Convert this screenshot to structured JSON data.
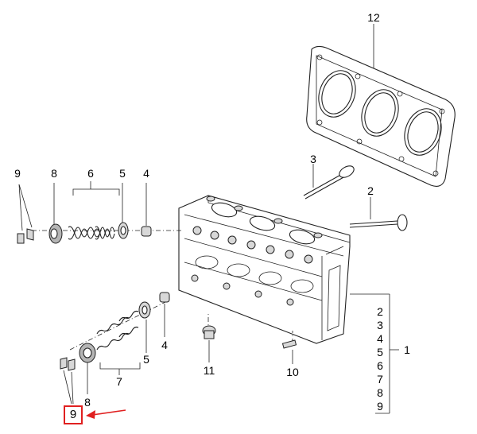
{
  "callouts": {
    "c12": "12",
    "c3": "3",
    "c2": "2",
    "c9_top": "9",
    "c8_top": "8",
    "c6": "6",
    "c5_top": "5",
    "c4_top": "4",
    "c4_bottom": "4",
    "c5_bottom": "5",
    "c7": "7",
    "c8_bottom": "8",
    "c9_bottom": "9",
    "c11": "11",
    "c10": "10",
    "c1": "1"
  },
  "assembly_list": [
    "2",
    "3",
    "4",
    "5",
    "6",
    "7",
    "8",
    "9"
  ],
  "colors": {
    "highlight": "#e02020",
    "line": "#222222"
  },
  "highlight": {
    "callout": "9",
    "arrow": "red-arrow-pointing-left"
  }
}
